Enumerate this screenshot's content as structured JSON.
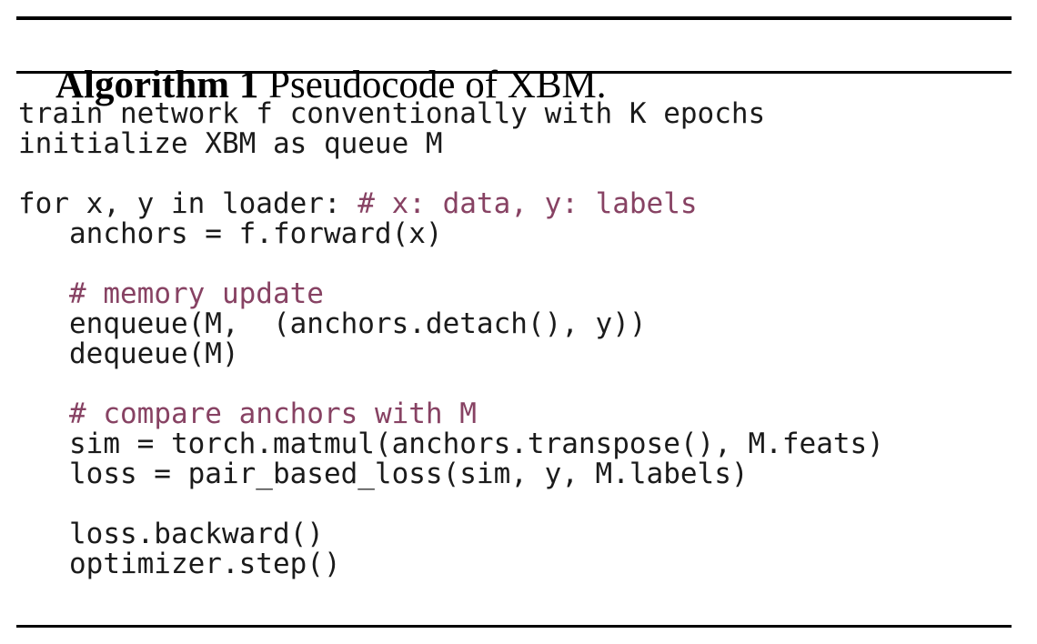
{
  "algorithm": {
    "label": "Algorithm 1",
    "title": " Pseudocode of XBM."
  },
  "colors": {
    "background": "#ffffff",
    "rule": "#000000",
    "code": "#1b1b1b",
    "comment": "#874263"
  },
  "code_lines": [
    {
      "segments": [
        {
          "text": "train network f conventionally with K epochs",
          "type": "code"
        }
      ]
    },
    {
      "segments": [
        {
          "text": "initialize XBM as queue M",
          "type": "code"
        }
      ]
    },
    {
      "segments": []
    },
    {
      "segments": [
        {
          "text": "for x, y in loader: ",
          "type": "code"
        },
        {
          "text": "# x: data, y: labels",
          "type": "comment"
        }
      ]
    },
    {
      "segments": [
        {
          "text": "   anchors = f.forward(x)",
          "type": "code"
        }
      ]
    },
    {
      "segments": []
    },
    {
      "segments": [
        {
          "text": "   ",
          "type": "code"
        },
        {
          "text": "# memory update",
          "type": "comment"
        }
      ]
    },
    {
      "segments": [
        {
          "text": "   enqueue(M,  (anchors.detach(), y))",
          "type": "code"
        }
      ]
    },
    {
      "segments": [
        {
          "text": "   dequeue(M)",
          "type": "code"
        }
      ]
    },
    {
      "segments": []
    },
    {
      "segments": [
        {
          "text": "   ",
          "type": "code"
        },
        {
          "text": "# compare anchors with M",
          "type": "comment"
        }
      ]
    },
    {
      "segments": [
        {
          "text": "   sim = torch.matmul(anchors.transpose(), M.feats)",
          "type": "code"
        }
      ]
    },
    {
      "segments": [
        {
          "text": "   loss = pair_based_loss(sim, y, M.labels)",
          "type": "code"
        }
      ]
    },
    {
      "segments": []
    },
    {
      "segments": [
        {
          "text": "   loss.backward()",
          "type": "code"
        }
      ]
    },
    {
      "segments": [
        {
          "text": "   optimizer.step()",
          "type": "code"
        }
      ]
    }
  ]
}
